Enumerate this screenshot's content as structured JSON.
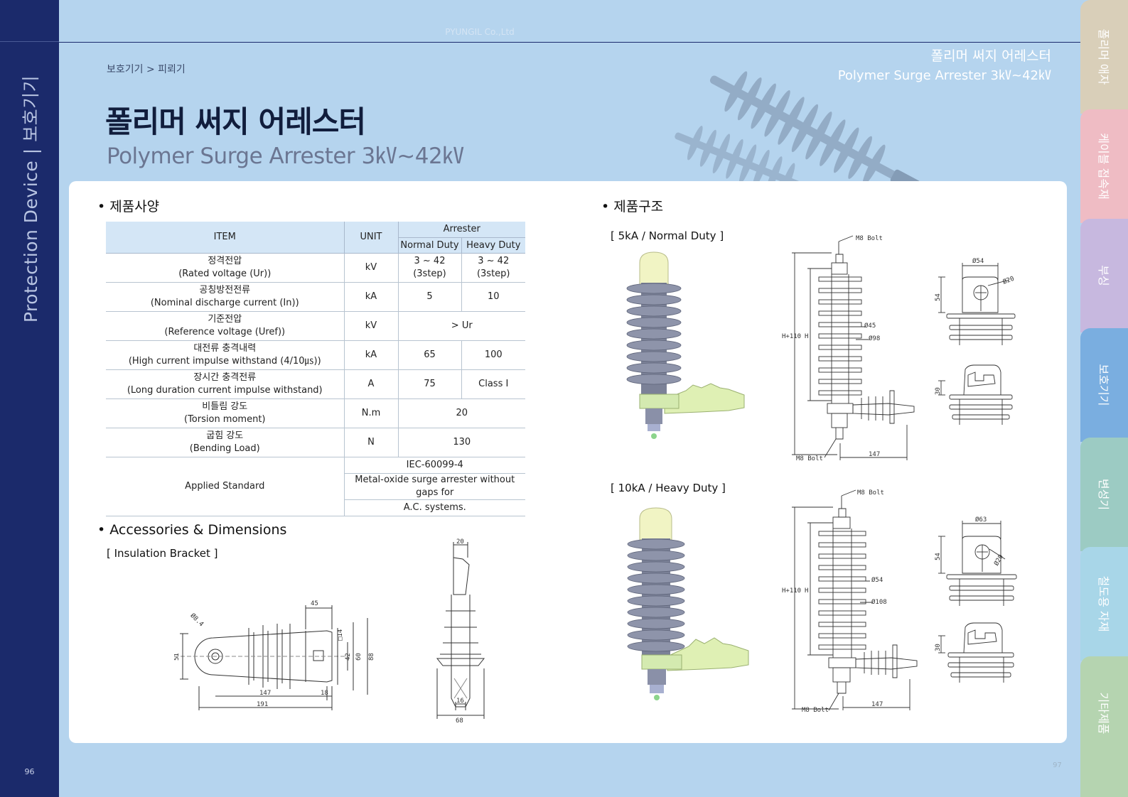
{
  "company": "PYUNGIL Co.,Ltd",
  "side": {
    "vertical_label": "Protection Device  |  보호기기",
    "page_left": "96"
  },
  "breadcrumb": "보호기기 > 피뢰기",
  "title": {
    "ko": "폴리머 써지 어레스터",
    "en": "Polymer Surge Arrester 3㎸~42㎸"
  },
  "header_right": {
    "ko": "폴리머 써지 어레스터",
    "en": "Polymer Surge Arrester 3㎸~42㎸"
  },
  "page_right": "97",
  "tabs": [
    {
      "label": "폴리머 애자",
      "color": "#d9cfb9"
    },
    {
      "label": "케이블 접속재",
      "color": "#efbcc4"
    },
    {
      "label": "부싱",
      "color": "#c7b8df"
    },
    {
      "label": "보호기기",
      "color": "#7aaee0"
    },
    {
      "label": "변성기",
      "color": "#9ccbc3"
    },
    {
      "label": "철도용 자재",
      "color": "#a8d6e8"
    },
    {
      "label": "기타제품",
      "color": "#b5d4b0"
    }
  ],
  "spec": {
    "section_title": "• 제품사양",
    "headers": {
      "item": "ITEM",
      "unit": "UNIT",
      "arrester": "Arrester",
      "normal": "Normal Duty",
      "heavy": "Heavy Duty"
    },
    "rows": [
      {
        "ko": "정격전압",
        "en": "(Rated voltage (Ur))",
        "unit": "kV",
        "normal": "3 ~ 42 (3step)",
        "heavy": "3 ~ 42 (3step)"
      },
      {
        "ko": "공칭방전전류",
        "en": "(Nominal discharge current (In))",
        "unit": "kA",
        "normal": "5",
        "heavy": "10"
      },
      {
        "ko": "기준전압",
        "en": "(Reference voltage (Uref))",
        "unit": "kV",
        "merged": "> Ur"
      },
      {
        "ko": "대전류 충격내력",
        "en": "(High current impulse withstand (4/10㎲))",
        "unit": "kA",
        "normal": "65",
        "heavy": "100"
      },
      {
        "ko": "장시간 충격전류",
        "en": "(Long duration current impulse withstand)",
        "unit": "A",
        "normal": "75",
        "heavy": "Class I"
      },
      {
        "ko": "비틀림 강도",
        "en": "(Torsion moment)",
        "unit": "N.m",
        "merged": "20"
      },
      {
        "ko": "굽힘 강도",
        "en": "(Bending Load)",
        "unit": "N",
        "merged": "130"
      }
    ],
    "standard": {
      "label": "Applied Standard",
      "lines": [
        "IEC-60099-4",
        "Metal-oxide surge arrester without gaps for",
        "A.C. systems."
      ]
    }
  },
  "accessories": {
    "section_title": "• Accessories & Dimensions",
    "bracket_title": "[ Insulation  Bracket ]",
    "dims": {
      "d1": "Ø8.4",
      "d2": "45",
      "d3": "□14",
      "d4": "51",
      "d5": "42",
      "d6": "60",
      "d7": "88",
      "d8": "147",
      "d9": "18",
      "d10": "191",
      "d11": "20",
      "d12": "16",
      "d13": "68"
    }
  },
  "structure": {
    "section_title": "• 제품구조",
    "normal": {
      "title": "[ 5kA / Normal Duty ]",
      "bolt_top": "M8 Bolt",
      "bolt_bottom": "M8 Bolt",
      "height": "H+110",
      "h": "H",
      "d_small": "Ø45",
      "d_large": "Ø98",
      "length": "147",
      "top_d": "Ø54",
      "top_d2": "Ø20",
      "top_h": "54",
      "bottom_h": "30"
    },
    "heavy": {
      "title": "[ 10kA / Heavy Duty ]",
      "bolt_top": "M8 Bolt",
      "bolt_bottom": "M8 Bolt",
      "height": "H+110",
      "h": "H",
      "d_small": "Ø54",
      "d_large": "Ø108",
      "length": "147",
      "top_d": "Ø63",
      "top_d2": "Ø20",
      "top_h": "54",
      "bottom_h": "30"
    }
  }
}
